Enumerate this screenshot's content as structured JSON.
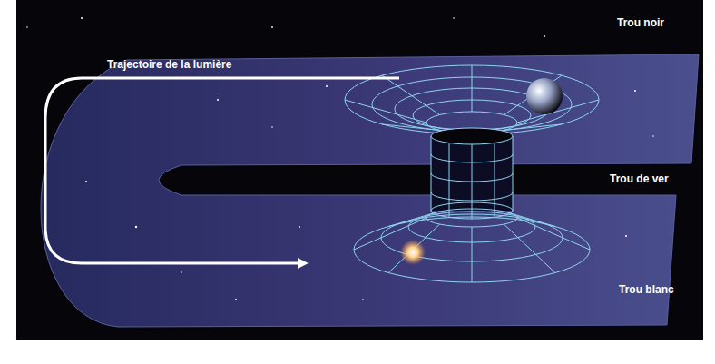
{
  "diagram": {
    "labels": [
      "Trajectoire de la lumière",
      "Trou noir",
      "Trou de ver",
      "Trou blanc"
    ]
  }
}
